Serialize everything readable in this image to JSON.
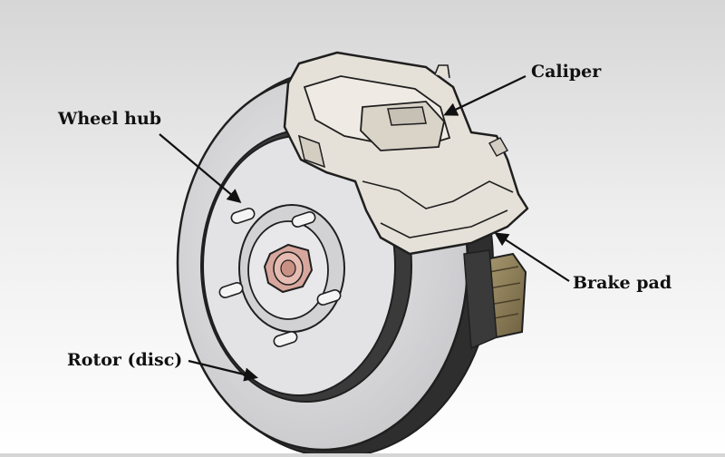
{
  "labels": {
    "caliper": "Caliper",
    "wheel_hub": "Wheel hub",
    "brake_pad": "Brake pad",
    "rotor": "Rotor (disc)"
  },
  "colors": {
    "background_top": "#d6d6d6",
    "background_bottom": "#ffffff",
    "rotor_face": "#d9d9db",
    "rotor_dark": "#2e2e2e",
    "caliper_body": "#e6e1d8",
    "brake_pad": "#8a7a55",
    "hub_nut": "#d7a79d",
    "outline": "#1f1f1f",
    "text": "#111111"
  },
  "icons": [
    "rotor-disc-drawing",
    "caliper-drawing",
    "brake-pad-drawing",
    "hub-nut-drawing",
    "lug-stud-drawing"
  ]
}
